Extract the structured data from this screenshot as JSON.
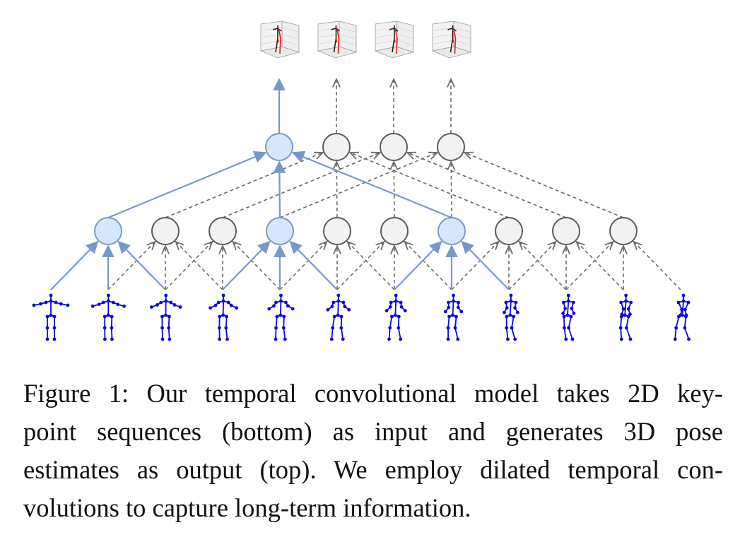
{
  "colors": {
    "active_node_fill": "#d6e6fb",
    "active_edge": "#7699c9",
    "inactive_node_fill": "#f2f2f2",
    "inactive_edge": "#6b6b6b",
    "skeleton": "#0a0ad8",
    "output_limb_highlight": "#e0201a"
  },
  "diagram": {
    "output_pose_count": 4,
    "top_layer_node_count": 4,
    "top_layer_active_nodes": [
      0
    ],
    "middle_layer_node_count": 10,
    "middle_layer_active_nodes": [
      0,
      3,
      6
    ],
    "input_frame_count": 12
  },
  "caption": {
    "lines": [
      "Figure 1: Our temporal convolutional model takes 2D key-",
      "point sequences (bottom) as input and generates 3D pose",
      "estimates as output (top). We employ dilated temporal con-",
      "volutions to capture long-term information."
    ]
  }
}
